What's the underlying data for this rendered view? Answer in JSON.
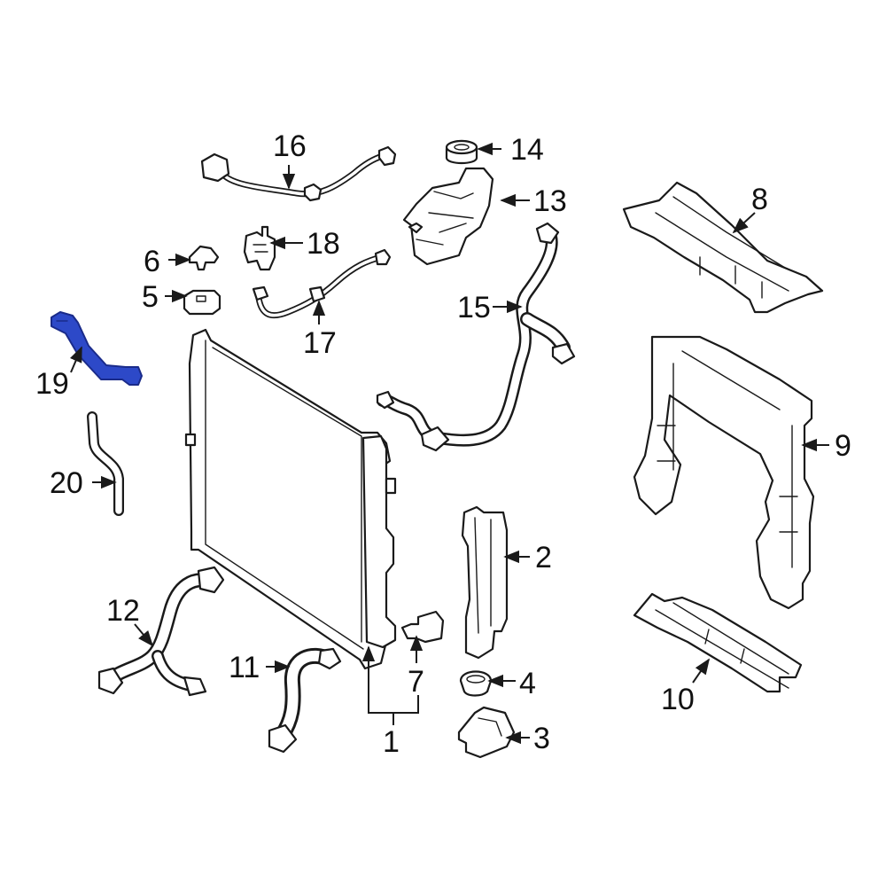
{
  "diagram": {
    "highlight_color": "#2d49c8",
    "line_color": "#1a1a1a",
    "highlighted_part": "19",
    "callouts": {
      "c1": "1",
      "c2": "2",
      "c3": "3",
      "c4": "4",
      "c5": "5",
      "c6": "6",
      "c7": "7",
      "c8": "8",
      "c9": "9",
      "c10": "10",
      "c11": "11",
      "c12": "12",
      "c13": "13",
      "c14": "14",
      "c15": "15",
      "c16": "16",
      "c17": "17",
      "c18": "18",
      "c19": "19",
      "c20": "20"
    }
  }
}
